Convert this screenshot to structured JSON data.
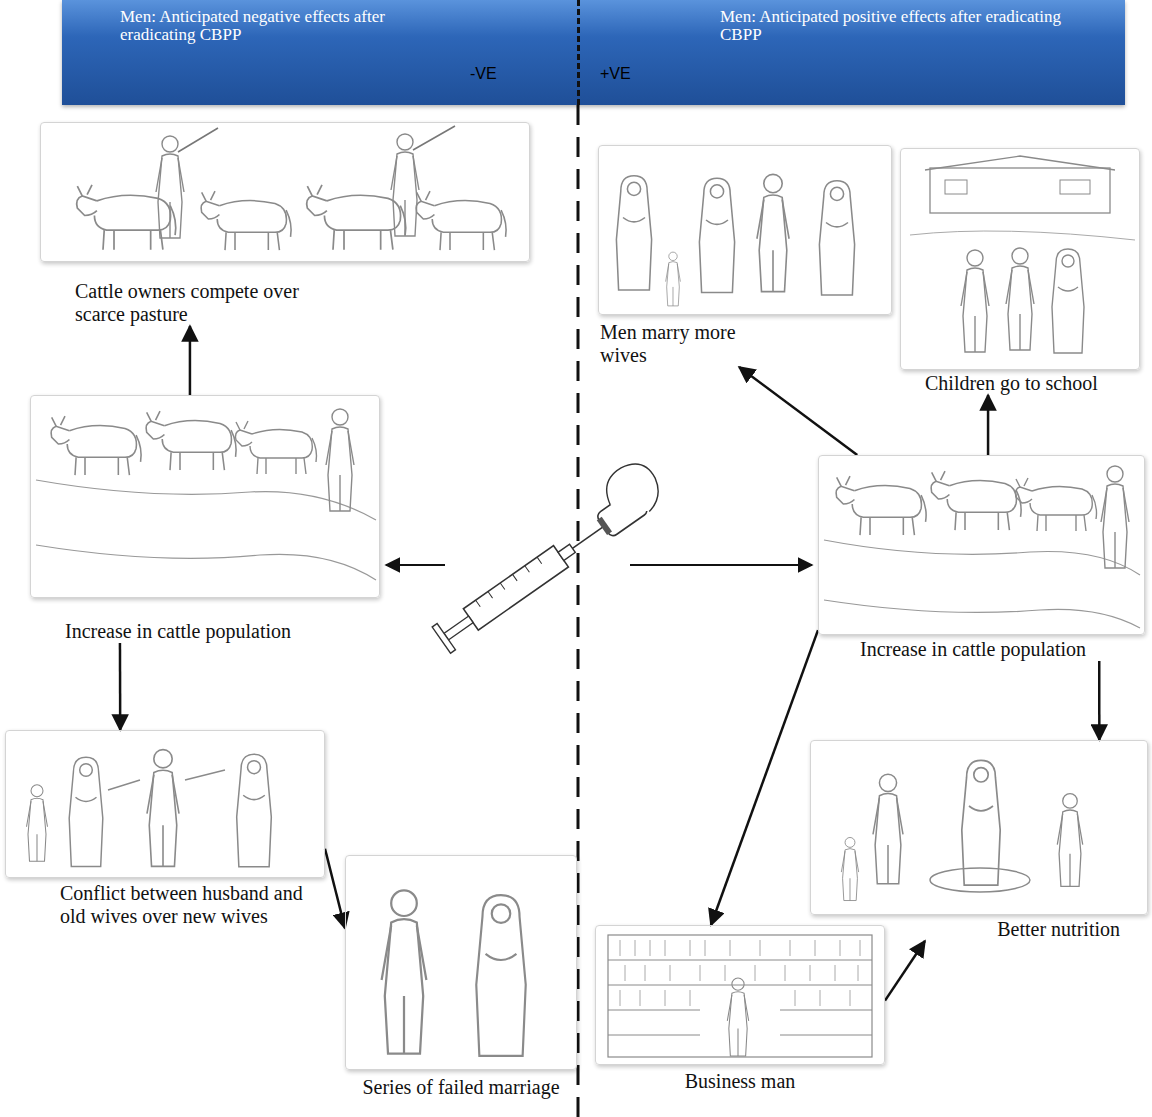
{
  "diagram": {
    "nodes": [
      {
        "text": [
          "Men: Anticipated negative effects after eradicating CBPP",
          "-VE",
          "+VE",
          "Men: Anticipated positive effects after eradicating CBPP"
        ]
      },
      {
        "text": [
          "Cattle owners compete over scarce pasture"
        ]
      },
      {
        "text": [
          "Men marry more wives"
        ]
      },
      {
        "text": [
          "Children go to school"
        ]
      },
      {
        "text": [
          "Increase in cattle population"
        ]
      },
      {
        "text": [
          "Increase in cattle population"
        ]
      },
      {
        "text": [
          "Conflict between husband and old wives over new wives"
        ]
      },
      {
        "text": [
          "Better nutrition"
        ]
      },
      {
        "text": [
          "Series of failed marriage"
        ]
      },
      {
        "text": [
          "Business man"
        ]
      }
    ],
    "edges": [
      {
        "from": 4,
        "to": 1,
        "arrow": "to"
      },
      {
        "from": 4,
        "to": 6,
        "arrow": "to"
      },
      {
        "from": 6,
        "to": 8,
        "arrow": "to"
      },
      {
        "from": 5,
        "to": 2,
        "arrow": "to"
      },
      {
        "from": 5,
        "to": 3,
        "arrow": "to"
      },
      {
        "from": 5,
        "to": 7,
        "arrow": "to"
      },
      {
        "from": 5,
        "to": 9,
        "arrow": "to"
      },
      {
        "from": 9,
        "to": 7,
        "arrow": "to"
      }
    ]
  }
}
